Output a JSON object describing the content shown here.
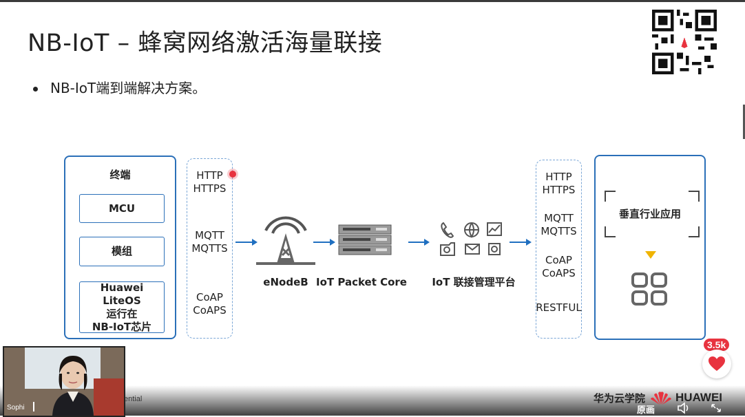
{
  "slide": {
    "title": "NB-IoT – 蜂窝网络激活海量联接",
    "bullet": "NB-IoT端到端解决方案。"
  },
  "terminal": {
    "heading": "终端",
    "items": [
      "MCU",
      "模组"
    ],
    "os_line1": "Huawei LiteOS",
    "os_line2": "运行在",
    "os_line3": "NB-IoT芯片"
  },
  "left_protocols": [
    "HTTP",
    "HTTPS",
    "MQTT",
    "MQTTS",
    "CoAP",
    "CoAPS"
  ],
  "right_protocols": [
    "HTTP",
    "HTTPS",
    "MQTT",
    "MQTTS",
    "CoAP",
    "CoAPS",
    "RESTFUL"
  ],
  "nodes": {
    "enodeb": "eNodeB",
    "packet_core": "IoT Packet Core",
    "platform": "IoT 联接管理平台"
  },
  "app": {
    "label": "垂直行业应用"
  },
  "footer": {
    "confidential_fragment": "ential",
    "brand_cn": "华为云学院",
    "brand_en": "HUAWEI",
    "presenter_fragment": "Sophi",
    "likes": "3.5k",
    "original_label": "原画"
  },
  "colors": {
    "accent": "#2a6fb8",
    "arrow": "#1f6fc0",
    "huawei_red": "#e8333f",
    "marker": "#f0b400"
  }
}
